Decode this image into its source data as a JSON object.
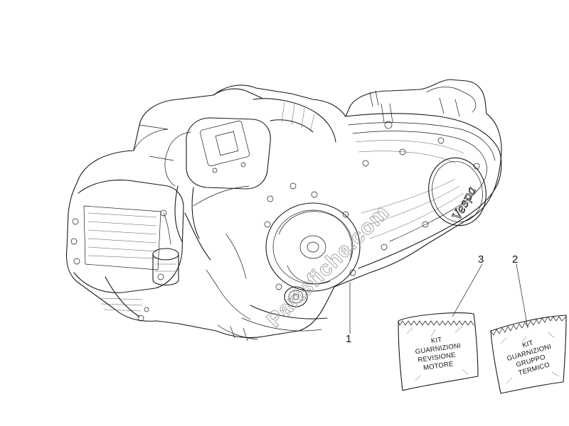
{
  "watermark": "Partsfiche.com",
  "engine_logo": "Vespa",
  "parts": [
    {
      "number": "1",
      "name": "engine-assembly"
    },
    {
      "number": "3",
      "name": "kit-guarnizioni-revisione-motore",
      "label_lines": [
        "KIT",
        "GUARNIZIONI",
        "REVISIONE",
        "MOTORE"
      ]
    },
    {
      "number": "2",
      "name": "kit-guarnizioni-gruppo-termico",
      "label_lines": [
        "KIT",
        "GUARNIZIONI",
        "GRUPPO",
        "TERMICO"
      ]
    }
  ]
}
